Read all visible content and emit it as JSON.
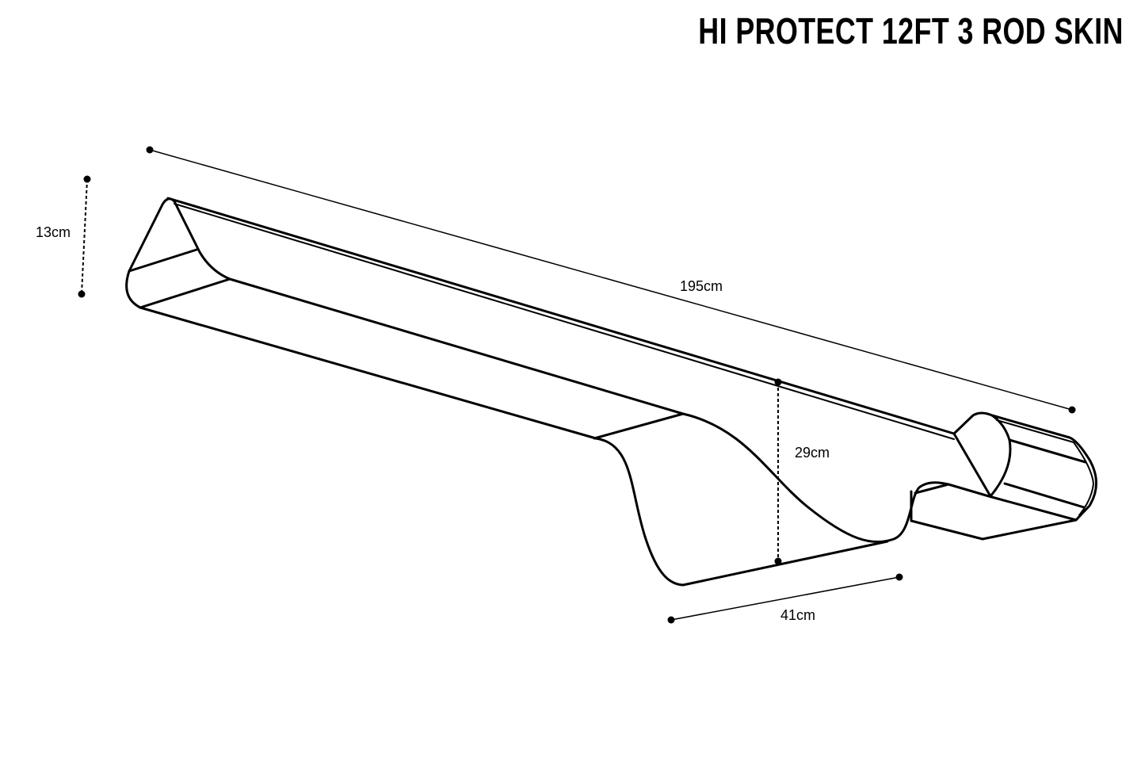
{
  "title": "HI PROTECT 12FT 3 ROD SKIN",
  "dimensions": {
    "length": "195cm",
    "end_height": "13cm",
    "body_height": "29cm",
    "body_width": "41cm"
  }
}
